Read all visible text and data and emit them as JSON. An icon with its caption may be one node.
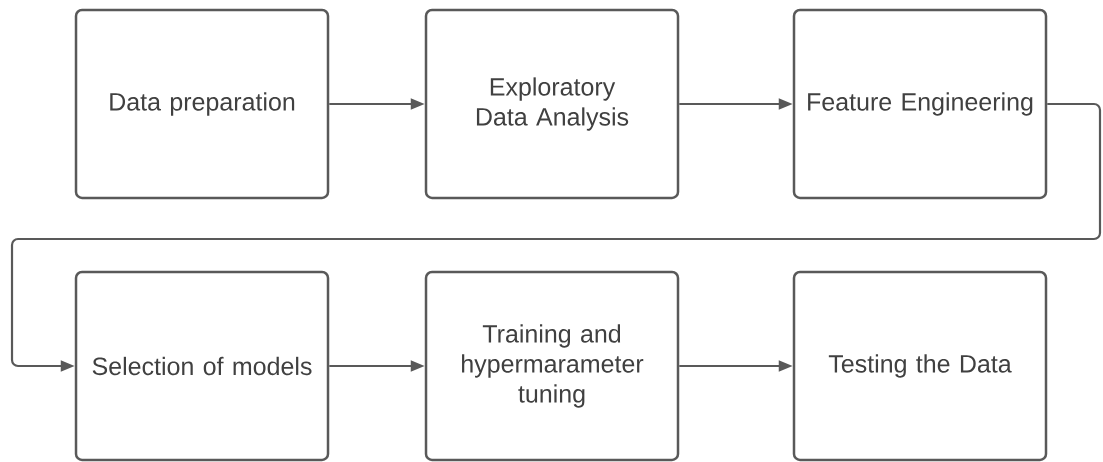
{
  "diagram": {
    "nodes": [
      {
        "text": [
          "Data preparation"
        ]
      },
      {
        "text": [
          "Exploratory Data Analysis"
        ]
      },
      {
        "text": [
          "Feature Engineering"
        ]
      },
      {
        "text": [
          "Selection of models"
        ]
      },
      {
        "text": [
          "Training and hypermarameter tuning"
        ]
      },
      {
        "text": [
          "Testing the Data"
        ]
      }
    ],
    "edges": [
      {
        "from": 0,
        "to": 1,
        "arrow": "to"
      },
      {
        "from": 1,
        "to": 2,
        "arrow": "to"
      },
      {
        "from": 2,
        "to": 3,
        "arrow": "to"
      },
      {
        "from": 3,
        "to": 4,
        "arrow": "to"
      },
      {
        "from": 4,
        "to": 5,
        "arrow": "to"
      }
    ]
  }
}
